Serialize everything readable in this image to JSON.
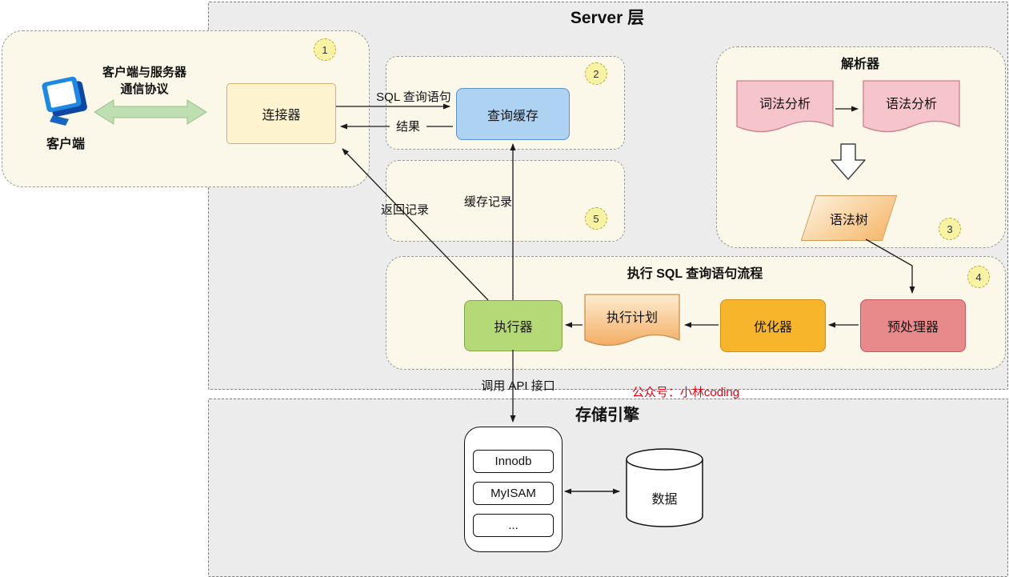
{
  "regions": {
    "server": {
      "title": "Server 层"
    },
    "storage": {
      "title": "存储引擎"
    }
  },
  "client_area": {
    "badge": "1",
    "client_label": "客户端",
    "protocol_label": "客户端与服务器\n通信协议",
    "connector": "连接器"
  },
  "query_cache_area": {
    "badge": "2",
    "label": "查询缓存"
  },
  "parser_area": {
    "title": "解析器",
    "badge": "3",
    "lexical": "词法分析",
    "syntax": "语法分析",
    "tree": "语法树"
  },
  "cache_record_area": {
    "badge": "5",
    "label": "缓存记录"
  },
  "execution_area": {
    "title": "执行 SQL 查询语句流程",
    "badge": "4",
    "preprocessor": "预处理器",
    "optimizer": "优化器",
    "plan": "执行计划",
    "executor": "执行器"
  },
  "storage_area": {
    "engines": [
      "Innodb",
      "MyISAM",
      "..."
    ],
    "data_label": "数据"
  },
  "edge_labels": {
    "sql_query": "SQL 查询语句",
    "result": "结果",
    "return_records": "返回记录",
    "call_api": "调用 API 接口"
  },
  "watermark": "公众号：小林coding",
  "colors": {
    "connector_fill": "#fdf3cf",
    "cache_fill": "#aed3f2",
    "executor_fill": "#b6d977",
    "optimizer_fill": "#f7b52c",
    "preprocessor_fill": "#e8898b",
    "doc_pink": "#f6c5cb",
    "badge_fill": "#f8f3a3",
    "watermark_red": "#e60012"
  }
}
